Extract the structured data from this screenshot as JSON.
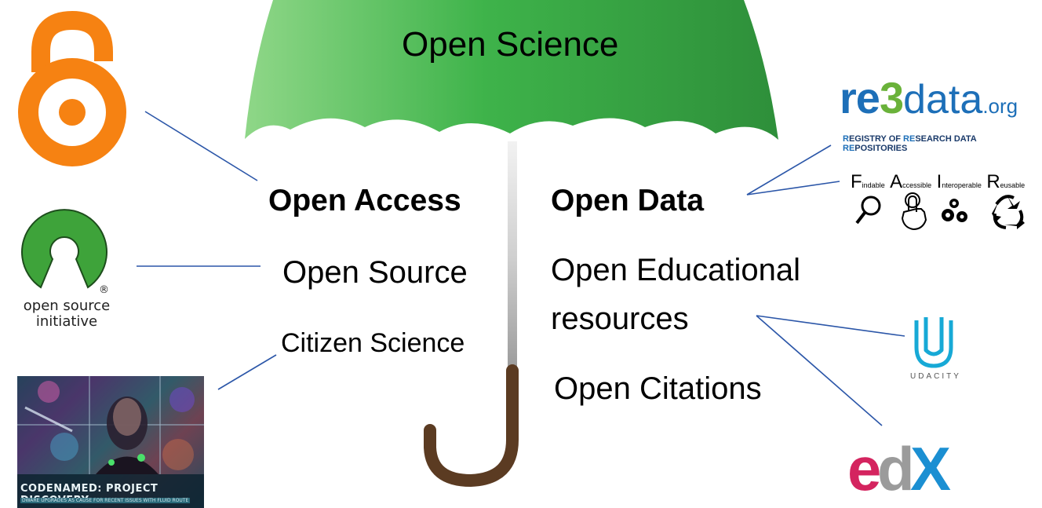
{
  "title": "Open Science",
  "left_items": {
    "open_access": "Open Access",
    "open_source": "Open Source",
    "citizen_science": "Citizen Science"
  },
  "right_items": {
    "open_data": "Open Data",
    "oer_line1": "Open Educational",
    "oer_line2": "resources",
    "open_citations": "Open Citations"
  },
  "logos": {
    "osi": {
      "line1": "open source",
      "line2": "initiative",
      "registered": "®"
    },
    "re3data": {
      "re": "re",
      "three": "3",
      "data": "data",
      "org": ".org",
      "tagline_parts": [
        "R",
        "EGISTRY OF ",
        "RE",
        "SEARCH DATA ",
        "RE",
        "POSITORIES"
      ]
    },
    "fair": {
      "f": "F",
      "f_rest": "indable",
      "a": "A",
      "a_rest": "ccessible",
      "i": "I",
      "i_rest": "nteroperable",
      "r": "R",
      "r_rest": "eusable"
    },
    "udacity": "UDACITY",
    "edx": {
      "e": "e",
      "d": "d",
      "x": "X"
    },
    "project_discovery": {
      "title": "CODENAMED: PROJECT DISCOVERY",
      "subtitle": "DWARE UPGRADES AS CAUSE FOR RECENT ISSUES WITH FLUID ROUTE"
    }
  },
  "colors": {
    "umbrella_green": "#3aaa3a",
    "umbrella_light": "#7fcf7a",
    "handle_brown": "#5b3b22",
    "connector_blue": "#2b56a8",
    "open_access_orange": "#f68212",
    "osi_green": "#3ea33a",
    "re3_blue": "#1d6fb8",
    "re3_green": "#6ab23a",
    "udacity_cyan": "#17a9d6",
    "edx_pink": "#d4245f",
    "edx_blue": "#1b8fd2"
  },
  "icons": [
    "open-access-lock-icon",
    "osi-keyhole-icon",
    "magnifier-icon",
    "touch-hand-icon",
    "gears-icon",
    "recycle-icon",
    "udacity-u-icon"
  ]
}
